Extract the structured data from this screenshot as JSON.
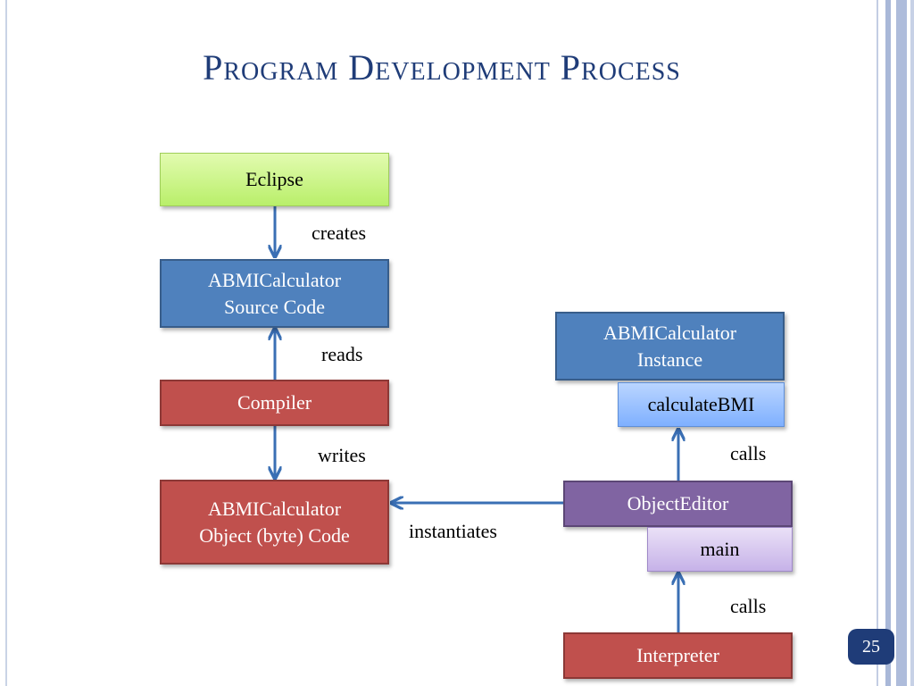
{
  "title": "Program Development Process",
  "boxes": {
    "eclipse": "Eclipse",
    "source_code": "ABMICalculator\nSource Code",
    "compiler": "Compiler",
    "object_code": "ABMICalculator\nObject (byte) Code",
    "instance": "ABMICalculator\nInstance",
    "calculate_bmi": "calculateBMI",
    "object_editor": "ObjectEditor",
    "main": "main",
    "interpreter": "Interpreter"
  },
  "labels": {
    "creates": "creates",
    "reads": "reads",
    "writes": "writes",
    "instantiates": "instantiates",
    "calls_top": "calls",
    "calls_bottom": "calls"
  },
  "page_number": "25",
  "colors": {
    "title": "#1f3c78",
    "arrow": "#3a6fb4",
    "box_blue": "#4f81bd",
    "box_red": "#c0504d",
    "box_purple": "#8064a2"
  }
}
